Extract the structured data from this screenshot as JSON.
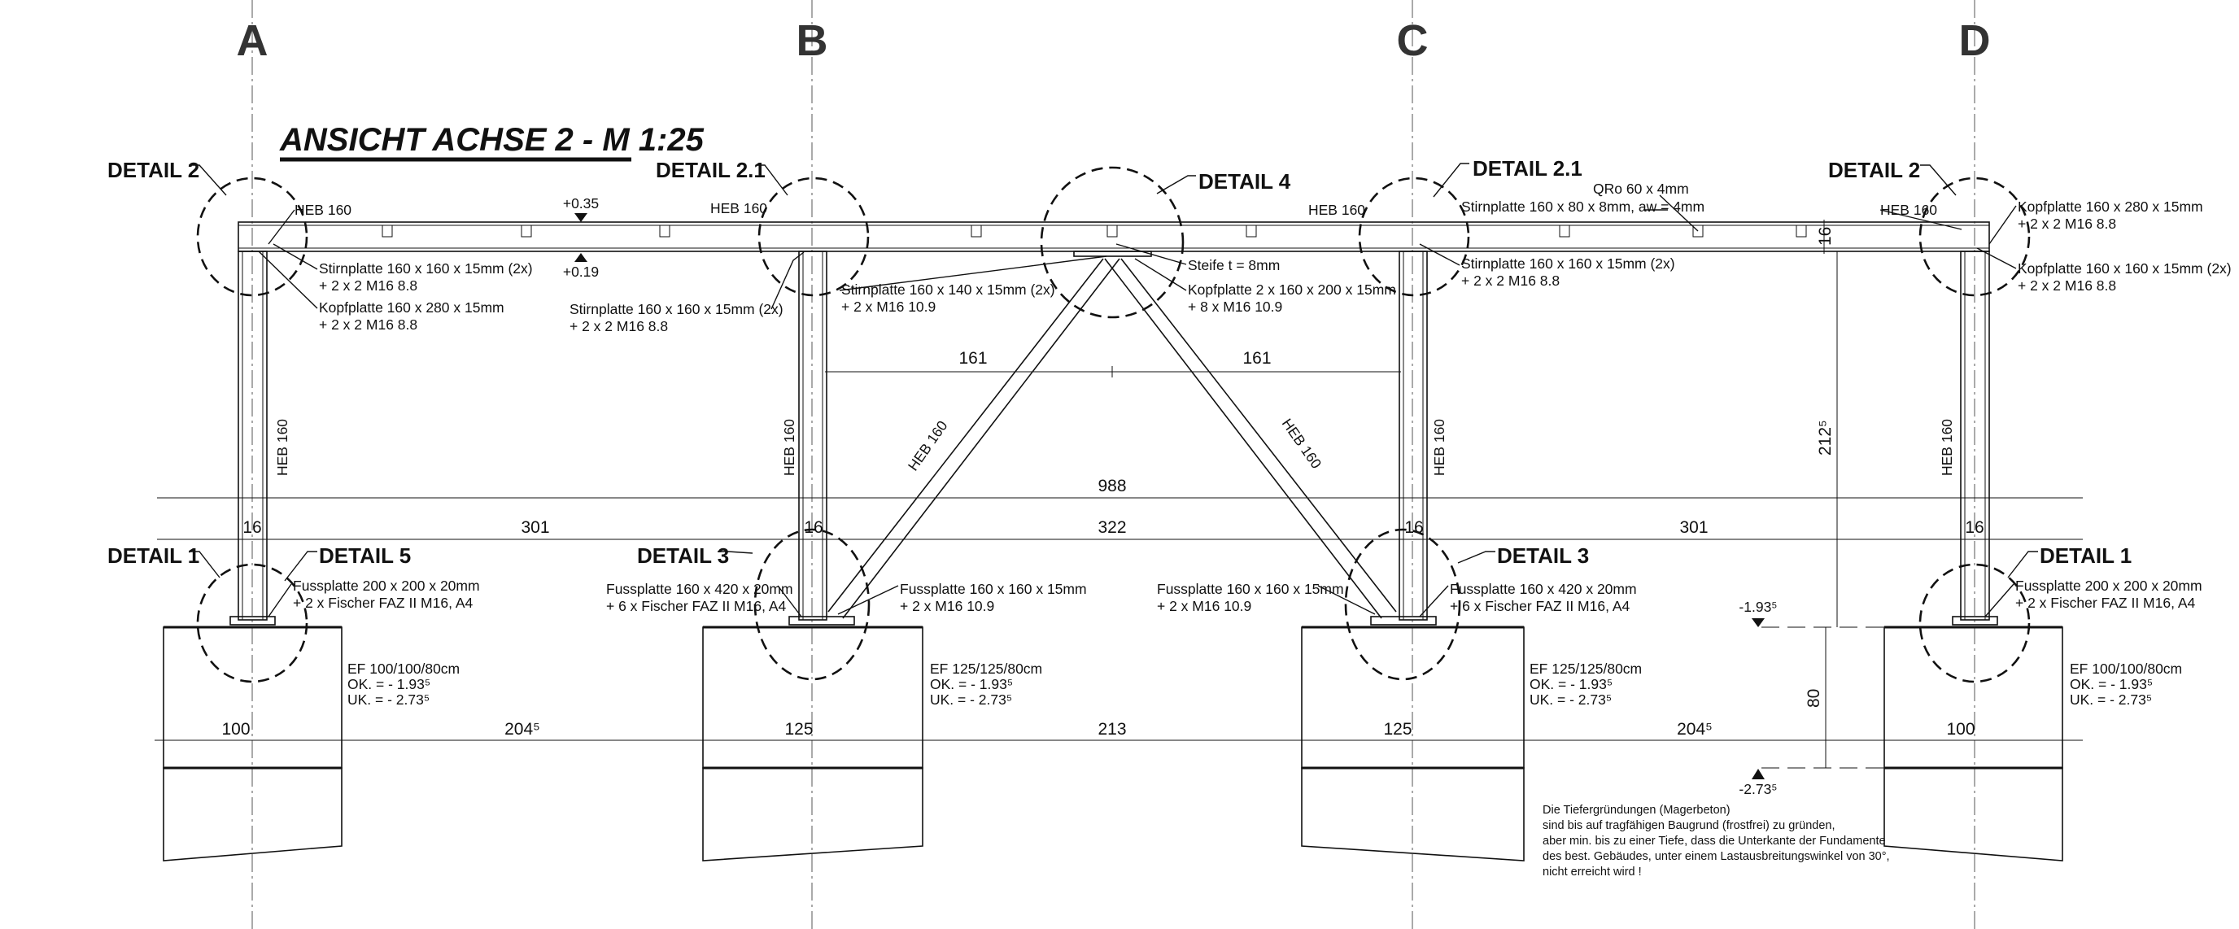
{
  "axes": [
    "A",
    "B",
    "C",
    "D"
  ],
  "title": "ANSICHT ACHSE 2  -  M 1:25",
  "details": {
    "d2_left": "DETAIL 2",
    "d21_left": "DETAIL 2.1",
    "d4": "DETAIL 4",
    "d21_right": "DETAIL 2.1",
    "d2_right": "DETAIL 2",
    "d1_left": "DETAIL 1",
    "d5": "DETAIL 5",
    "d3_left": "DETAIL 3",
    "d3_right": "DETAIL 3",
    "d1_right": "DETAIL 1"
  },
  "levels": {
    "top": "+0.35",
    "bottom": "+0.19",
    "ok": "-1.93⁵",
    "uk": "-2.73⁵"
  },
  "profiles": {
    "heb": "HEB 160"
  },
  "annotations": {
    "a_stirn": [
      "Stirnplatte 160 x 160 x 15mm (2x)",
      "+ 2 x 2 M16  8.8"
    ],
    "a_kopf": [
      "Kopfplatte 160 x 280 x 15mm",
      "+ 2 x 2 M16  8.8"
    ],
    "b_stirn": [
      "Stirnplatte 160 x 160 x 15mm (2x)",
      "+ 2 x 2 M16  8.8"
    ],
    "d4_stirn": [
      "Stirnplatte 160 x 140 x 15mm (2x)",
      "+ 2 x M16  10.9"
    ],
    "d4_steife": "Steife  t = 8mm",
    "d4_kopf": [
      "Kopfplatte 2 x 160 x 200 x 15mm",
      "+ 8 x M16  10.9"
    ],
    "c_qro": "QRo 60 x 4mm",
    "c_stirn80": "Stirnplatte 160 x 80 x 8mm, aw = 4mm",
    "c_stirn": [
      "Stirnplatte 160 x 160 x 15mm (2x)",
      "+ 2 x 2 M16  8.8"
    ],
    "d_kopf280": [
      "Kopfplatte 160 x 280 x 15mm",
      "+ 2 x 2 M16  8.8"
    ],
    "d_kopf160": [
      "Kopfplatte 160 x 160 x 15mm (2x)",
      "+ 2 x 2 M16  8.8"
    ],
    "fuss_a": [
      "Fussplatte 200 x 200 x 20mm",
      "+ 2 x Fischer FAZ II  M16, A4"
    ],
    "fuss_b": [
      "Fussplatte 160 x 420 x 20mm",
      "+ 6 x Fischer FAZ II  M16, A4"
    ],
    "fuss_b_diag": [
      "Fussplatte 160 x 160 x 15mm",
      "+ 2 x M16  10.9"
    ],
    "fuss_c_diag": [
      "Fussplatte 160 x 160 x 15mm",
      "+ 2 x M16  10.9"
    ],
    "fuss_c": [
      "Fussplatte 160 x 420 x 20mm",
      "+ 6 x Fischer FAZ II  M16, A4"
    ],
    "fuss_d": [
      "Fussplatte 200 x 200 x 20mm",
      "+ 2 x Fischer FAZ II  M16, A4"
    ]
  },
  "footings": {
    "ef100": [
      "EF 100/100/80cm",
      "OK. = - 1.93⁵",
      "UK. = - 2.73⁵"
    ],
    "ef125": [
      "EF 125/125/80cm",
      "OK. = - 1.93⁵",
      "UK. = - 2.73⁵"
    ]
  },
  "dimensions": {
    "beam_h": "16",
    "brace_l": "161",
    "brace_r": "161",
    "total": "988",
    "row": [
      "16",
      "301",
      "16",
      "322",
      "16",
      "301",
      "16"
    ],
    "height": "212⁵",
    "depth": "80",
    "bottom": [
      "100",
      "204⁵",
      "125",
      "213",
      "125",
      "204⁵",
      "100"
    ]
  },
  "note": [
    "Die Tiefergründungen (Magerbeton)",
    "sind bis auf tragfähigen Baugrund (frostfrei) zu gründen,",
    "aber min. bis zu einer Tiefe, dass die Unterkante der Fundamente",
    "des best. Gebäudes, unter einem Lastausbreitungswinkel von 30°,",
    "nicht erreicht wird !"
  ]
}
